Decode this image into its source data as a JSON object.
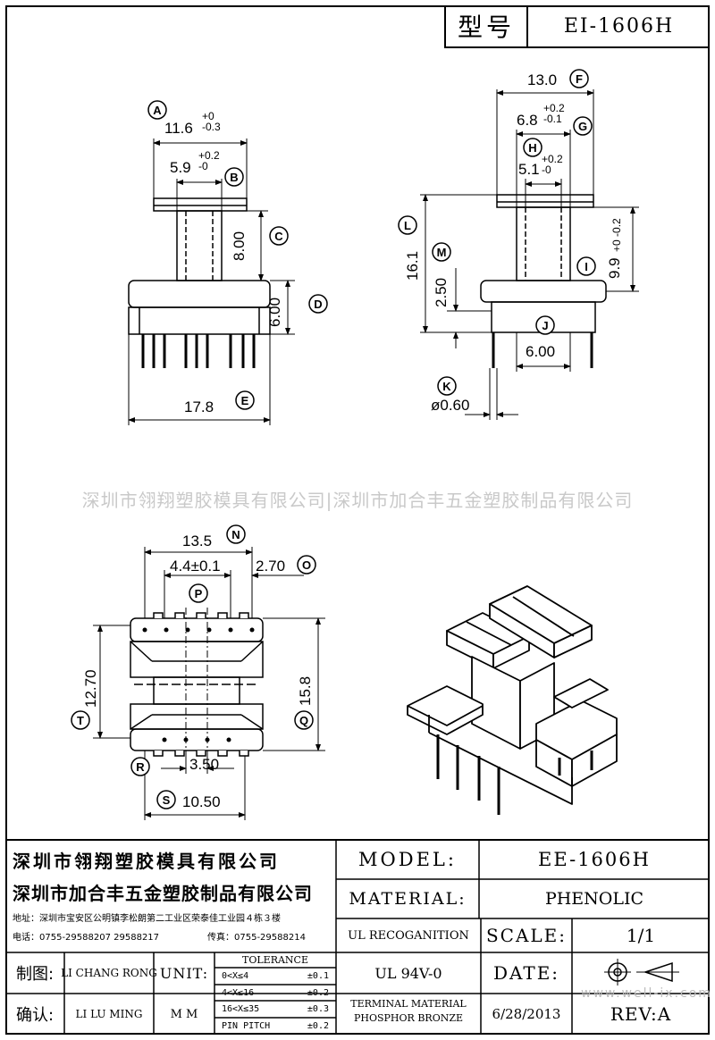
{
  "header": {
    "model_label": "型号",
    "model_value": "EI-1606H"
  },
  "dims_top_left": {
    "a": "A",
    "a_val": "11.6",
    "a_tol_up": "+0",
    "a_tol_dn": "-0.3",
    "b": "B",
    "b_val": "5.9",
    "b_tol_up": "+0.2",
    "b_tol_dn": "-0",
    "c": "C",
    "c_val": "8.00",
    "d": "D",
    "d_val": "6.00",
    "e": "E",
    "e_val": "17.8"
  },
  "dims_top_right": {
    "f": "F",
    "f_val": "13.0",
    "g": "G",
    "g_val": "6.8",
    "g_tol_up": "+0.2",
    "g_tol_dn": "-0.1",
    "h": "H",
    "h_val": "5.1",
    "h_tol_up": "+0.2",
    "h_tol_dn": "-0",
    "l": "L",
    "l_val": "16.1",
    "m": "M",
    "m_val": "2.50",
    "i": "I",
    "i_val": "9.9",
    "i_tol_up": "+0",
    "i_tol_dn": "-0.2",
    "j": "J",
    "j_val": "6.00",
    "k": "K",
    "k_val": "ø0.60"
  },
  "watermark": "深圳市翎翔塑胶模具有限公司|深圳市加合丰五金塑胶制品有限公司",
  "dims_bottom_left": {
    "n": "N",
    "n_val": "13.5",
    "p": "P",
    "p_val": "4.4±0.1",
    "o": "O",
    "o_val": "2.70",
    "t": "T",
    "t_val": "12.70",
    "q": "Q",
    "q_val": "15.8",
    "r": "R",
    "r_val": "3.50",
    "s": "S",
    "s_val": "10.50"
  },
  "title_block": {
    "company1": "深圳市翎翔塑胶模具有限公司",
    "company2": "深圳市加合丰五金塑胶制品有限公司",
    "address": "地址：深圳市宝安区公明镇李松朗第二工业区荣泰佳工业园４栋３楼",
    "phone": "电话：0755-29588207  29588217",
    "fax": "传真：0755-29588214",
    "model_label": "MODEL:",
    "model_value": "EE-1606H",
    "material_label": "MATERIAL:",
    "material_value": "PHENOLIC",
    "ul_label": "UL RECOGANITION",
    "ul_value": "UL 94V-0",
    "scale_label": "SCALE:",
    "scale_value": "1/1",
    "date_label": "DATE:",
    "date_value": "6/28/2013",
    "rev_label": "REV:A",
    "terminal_label": "TERMINAL MATERIAL",
    "terminal_value": "PHOSPHOR  BRONZE",
    "drawn_label": "制图:",
    "drawn_name": "LI CHANG RONG",
    "checked_label": "确认:",
    "checked_name": "LI LU MING",
    "unit_label": "UNIT:",
    "unit_value": "M M",
    "tol_title": "TOLERANCE",
    "tol_rows": [
      {
        "range": "0<X≤4",
        "tol": "±0.1"
      },
      {
        "range": "4<X≤16",
        "tol": "±0.2"
      },
      {
        "range": "16<X≤35",
        "tol": "±0.3"
      },
      {
        "range": "PIN PITCH",
        "tol": "±0.2"
      }
    ],
    "site": "www.well-ix.com"
  }
}
